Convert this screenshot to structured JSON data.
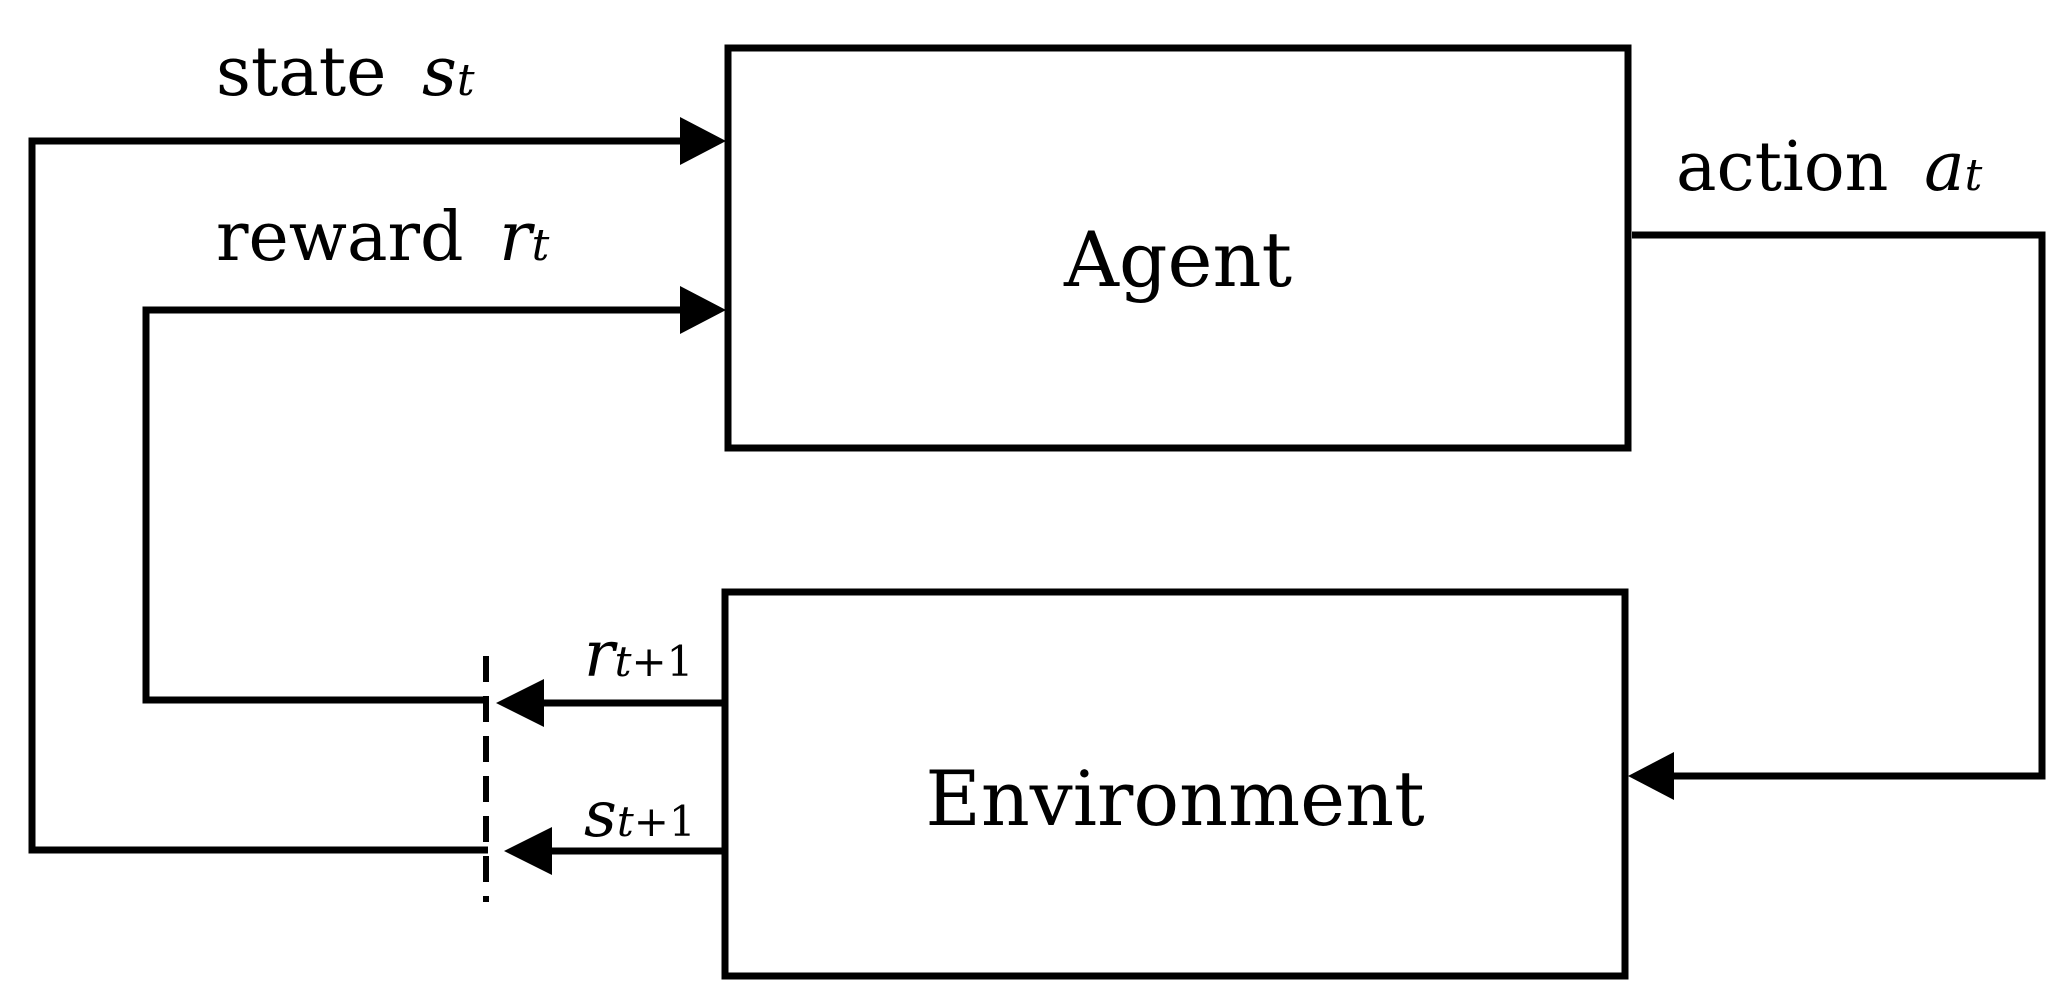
{
  "diagram": {
    "nodes": {
      "agent": {
        "label": "Agent"
      },
      "environment": {
        "label": "Environment"
      }
    },
    "edges": {
      "state": {
        "word": "state",
        "symbol": "s",
        "subscript": "t"
      },
      "reward": {
        "word": "reward",
        "symbol": "r",
        "subscript": "t"
      },
      "action": {
        "word": "action",
        "symbol": "a",
        "subscript": "t"
      },
      "next_reward": {
        "symbol": "r",
        "subscript": "t",
        "suffix": "+1"
      },
      "next_state": {
        "symbol": "s",
        "subscript": "t",
        "suffix": "+1"
      }
    },
    "colors": {
      "stroke": "#000000",
      "background": "#ffffff"
    }
  }
}
